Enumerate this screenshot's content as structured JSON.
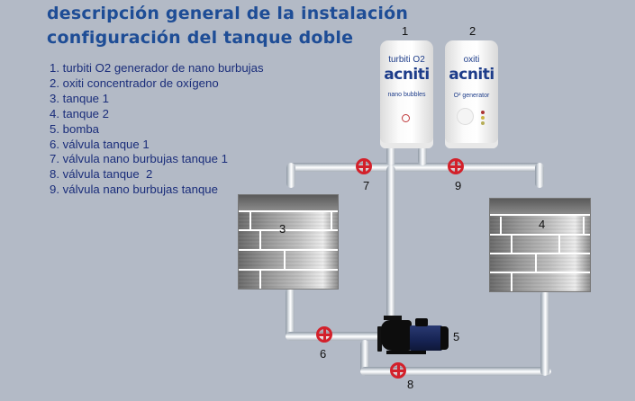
{
  "title": {
    "line1": "descripción general de la instalación",
    "line2": "configuración del tanque doble"
  },
  "legend": {
    "items": [
      "1. turbiti O2 generador de nano burbujas",
      "2. oxiti concentrador de oxígeno",
      "3. tanque 1",
      "4. tanque 2",
      "5. bomba",
      "6. válvula tanque 1",
      "7. válvula nano burbujas tanque 1",
      "8. válvula tanque  2",
      "9. válvula nano burbujas tanque"
    ]
  },
  "units": {
    "turbiti": {
      "number": "1",
      "model": "turbiti O2",
      "brand": "acniti",
      "caption": "nano bubbles"
    },
    "oxiti": {
      "number": "2",
      "model": "oxiti",
      "brand": "acniti",
      "caption": "O² generator"
    }
  },
  "tanks": {
    "tank1": {
      "number": "3"
    },
    "tank2": {
      "number": "4"
    }
  },
  "pump": {
    "number": "5"
  },
  "valves": {
    "v6": {
      "number": "6"
    },
    "v7": {
      "number": "7"
    },
    "v8": {
      "number": "8"
    },
    "v9": {
      "number": "9"
    }
  },
  "colors": {
    "background": "#b3bac6",
    "title": "#1e4d96",
    "legend_text": "#1a2d7a",
    "valve": "#d3202a",
    "pump_motor": "#1f2a55"
  }
}
